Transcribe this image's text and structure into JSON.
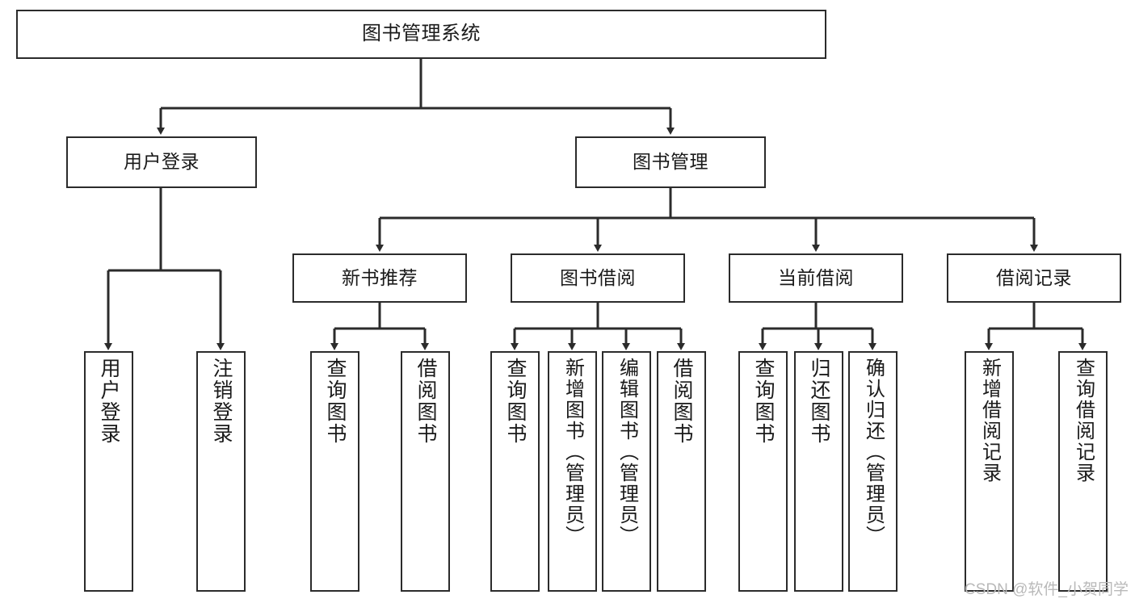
{
  "diagram": {
    "title": "图书管理系统",
    "type": "hierarchy-tree",
    "root": {
      "id": "root",
      "label": "图书管理系统"
    },
    "level1": [
      {
        "id": "user-login",
        "label": "用户登录"
      },
      {
        "id": "book-manage",
        "label": "图书管理"
      }
    ],
    "level2": [
      {
        "id": "new-book-rec",
        "label": "新书推荐",
        "parent": "book-manage"
      },
      {
        "id": "book-borrow",
        "label": "图书借阅",
        "parent": "book-manage"
      },
      {
        "id": "current-borrow",
        "label": "当前借阅",
        "parent": "book-manage"
      },
      {
        "id": "borrow-record",
        "label": "借阅记录",
        "parent": "book-manage"
      }
    ],
    "leaves": [
      {
        "id": "leaf-user-login",
        "label": "用户登录",
        "parent": "user-login"
      },
      {
        "id": "leaf-logout",
        "label": "注销登录",
        "parent": "user-login"
      },
      {
        "id": "leaf-query-book-1",
        "label": "查询图书",
        "parent": "new-book-rec"
      },
      {
        "id": "leaf-borrow-book-1",
        "label": "借阅图书",
        "parent": "new-book-rec"
      },
      {
        "id": "leaf-query-book-2",
        "label": "查询图书",
        "parent": "book-borrow"
      },
      {
        "id": "leaf-add-book",
        "label": "新增图书（管理员）",
        "parent": "book-borrow"
      },
      {
        "id": "leaf-edit-book",
        "label": "编辑图书（管理员）",
        "parent": "book-borrow"
      },
      {
        "id": "leaf-borrow-book-2",
        "label": "借阅图书",
        "parent": "book-borrow"
      },
      {
        "id": "leaf-query-book-3",
        "label": "查询图书",
        "parent": "current-borrow"
      },
      {
        "id": "leaf-return-book",
        "label": "归还图书",
        "parent": "current-borrow"
      },
      {
        "id": "leaf-confirm-return",
        "label": "确认归还（管理员）",
        "parent": "current-borrow"
      },
      {
        "id": "leaf-add-record",
        "label": "新增借阅记录",
        "parent": "borrow-record"
      },
      {
        "id": "leaf-query-record",
        "label": "查询借阅记录",
        "parent": "borrow-record"
      }
    ],
    "colors": {
      "stroke": "#2b2b2b",
      "fill": "#ffffff",
      "text": "#1a1a1a",
      "watermark": "#b9b9b9"
    }
  },
  "watermark": {
    "text": "CSDN @软件_小贺同学"
  }
}
